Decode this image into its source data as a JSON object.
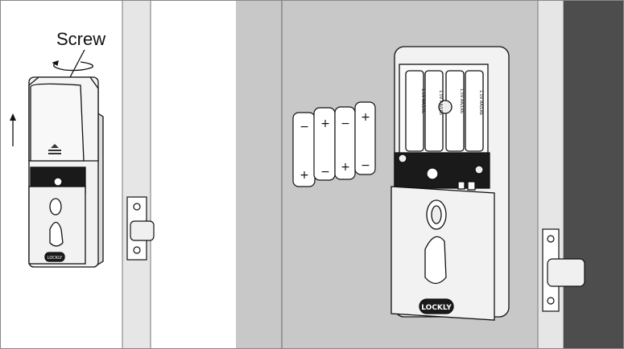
{
  "step1": {
    "callout": "Screw",
    "arrow_direction": "up",
    "rotate_icon": "rotate-arrow-icon"
  },
  "step2": {
    "batteries": [
      {
        "top": "−",
        "bottom": "+"
      },
      {
        "top": "+",
        "bottom": "−"
      },
      {
        "top": "−",
        "bottom": "+"
      },
      {
        "top": "+",
        "bottom": "−"
      }
    ],
    "battery_compartment_label": "1.5V AA/LR6"
  },
  "brand_logo": "LOCKLY",
  "colors": {
    "panel_gray": "#c8c8c8",
    "door_edge": "#e6e6e6",
    "dark_wall": "#4d4d4d",
    "outline": "#111111",
    "keypad_black": "#1a1a1a",
    "logo_accent": "#2a9fd6"
  }
}
